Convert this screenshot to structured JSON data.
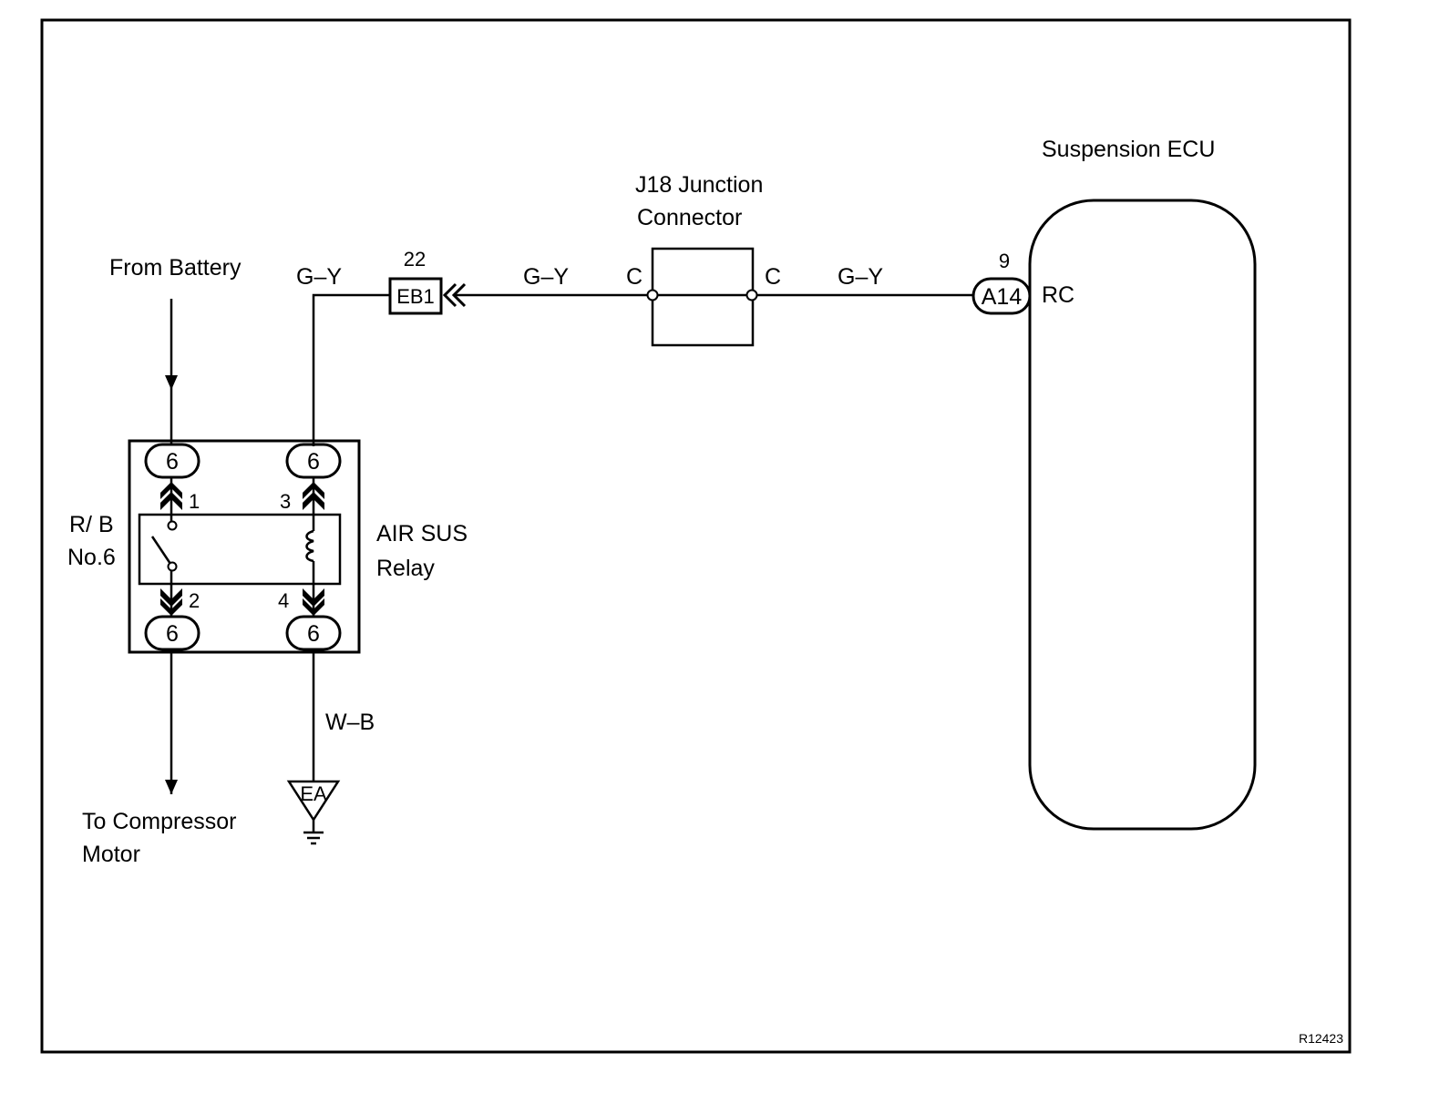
{
  "labels": {
    "from_battery": "From Battery",
    "to_compressor_line1": "To Compressor",
    "to_compressor_line2": "Motor",
    "rb_line1": "R/ B",
    "rb_line2": "No.6",
    "relay_line1": "AIR SUS",
    "relay_line2": "Relay",
    "junction_line1": "J18 Junction",
    "junction_line2": "Connector",
    "ecu_title": "Suspension ECU",
    "ecu_terminal": "RC",
    "figure_id": "R12423"
  },
  "connectors": {
    "rb_pin_top_left": "6",
    "rb_pin_top_right": "6",
    "rb_pin_bottom_left": "6",
    "rb_pin_bottom_right": "6",
    "eb1_name": "EB1",
    "eb1_pin": "22",
    "a14_name": "A14",
    "a14_pin": "9",
    "junction_left": "C",
    "junction_right": "C",
    "ground": "EA"
  },
  "relay_terminals": {
    "t1": "1",
    "t2": "2",
    "t3": "3",
    "t4": "4"
  },
  "wires": {
    "gy_relay": "G–Y",
    "gy_mid": "G–Y",
    "gy_ecu": "G–Y",
    "wb_ground": "W–B"
  }
}
